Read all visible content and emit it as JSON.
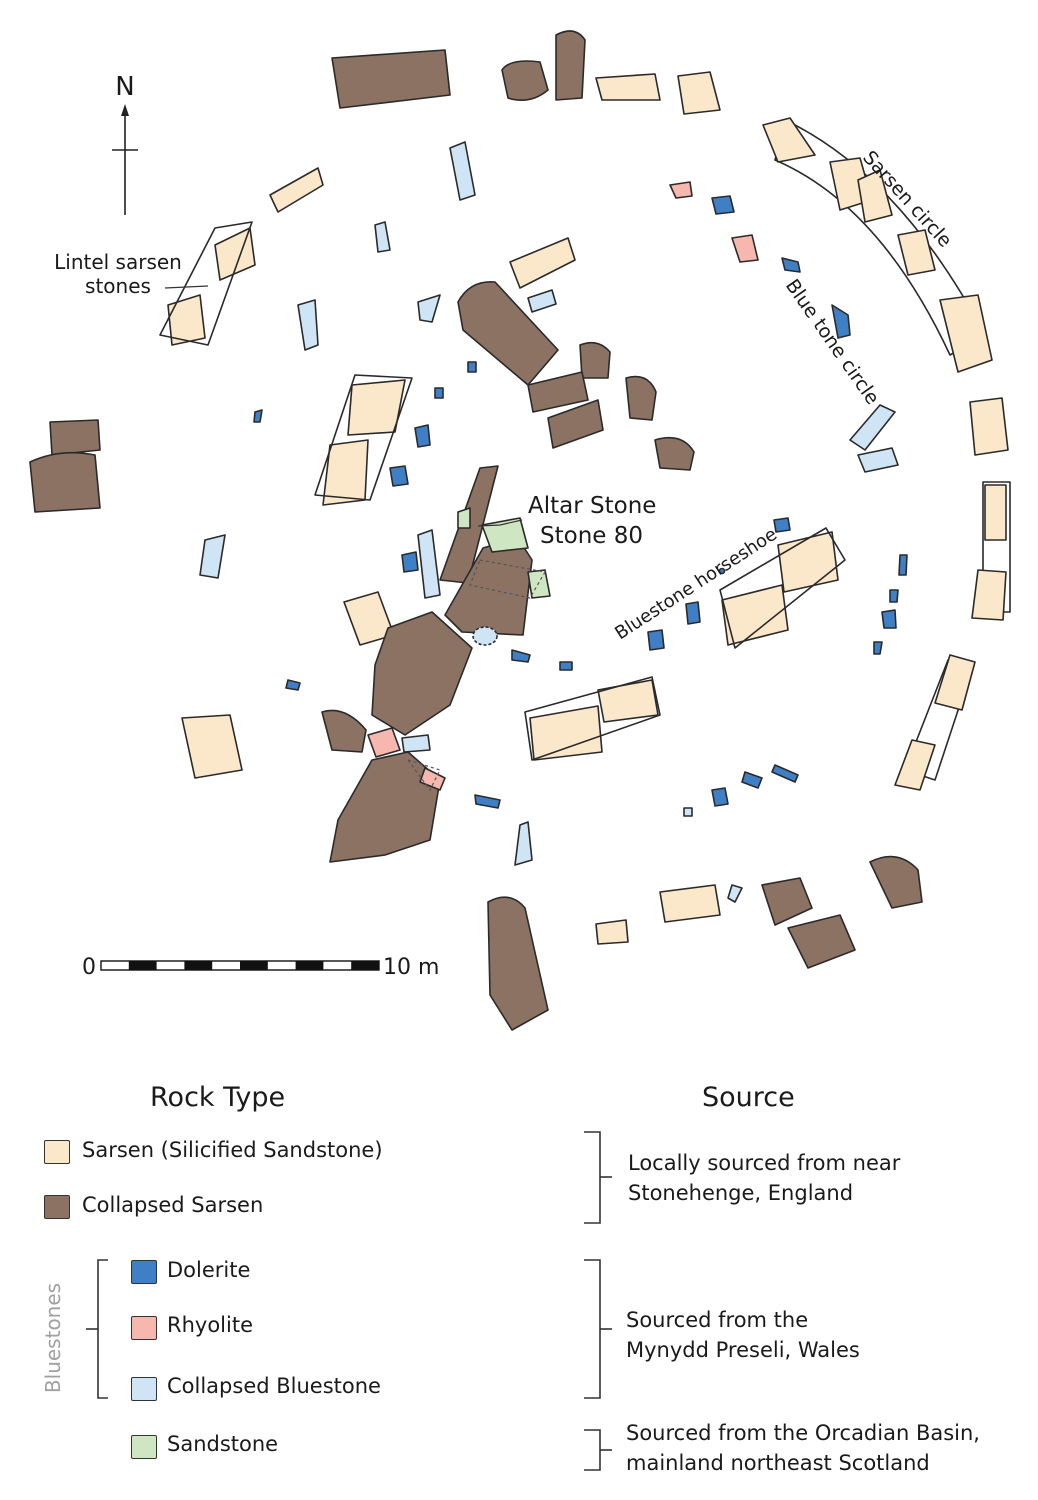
{
  "map": {
    "north_label": "N",
    "labels": {
      "lintel_sarsen": "Lintel sarsen stones",
      "sarsen_circle": "Sarsen circle",
      "bluestone_circle": "Blue tone circle",
      "altar_stone": "Altar Stone",
      "stone_80": "Stone 80",
      "bluestone_horseshoe": "Bluestone horseshoe"
    },
    "scale_bar": {
      "start_label": "0",
      "end_label": "10 m",
      "segments": 10,
      "length_m": 10
    }
  },
  "colors": {
    "sarsen": "#fbe7c9",
    "collapsed_sarsen": "#8b7263",
    "dolerite": "#3f7fc5",
    "rhyolite": "#f6b7ae",
    "collapsed_bluestone": "#cfe5f6",
    "sandstone": "#cfe6c3",
    "outline": "#2a2a2a",
    "bluestone_group_text": "#a0a0a0"
  },
  "legend": {
    "rock_type_heading": "Rock Type",
    "source_heading": "Source",
    "items": {
      "sarsen": "Sarsen (Silicified Sandstone)",
      "collapsed_sarsen": "Collapsed Sarsen",
      "dolerite": "Dolerite",
      "rhyolite": "Rhyolite",
      "collapsed_bluestone": "Collapsed Bluestone",
      "sandstone": "Sandstone"
    },
    "bluestones_group": "Bluestones",
    "sources": {
      "local_line1": "Locally sourced from near",
      "local_line2": "Stonehenge, England",
      "wales_line1": "Sourced from the",
      "wales_line2": "Mynydd Preseli, Wales",
      "scotland_line1": "Sourced from the Orcadian Basin,",
      "scotland_line2": "mainland northeast Scotland"
    }
  }
}
